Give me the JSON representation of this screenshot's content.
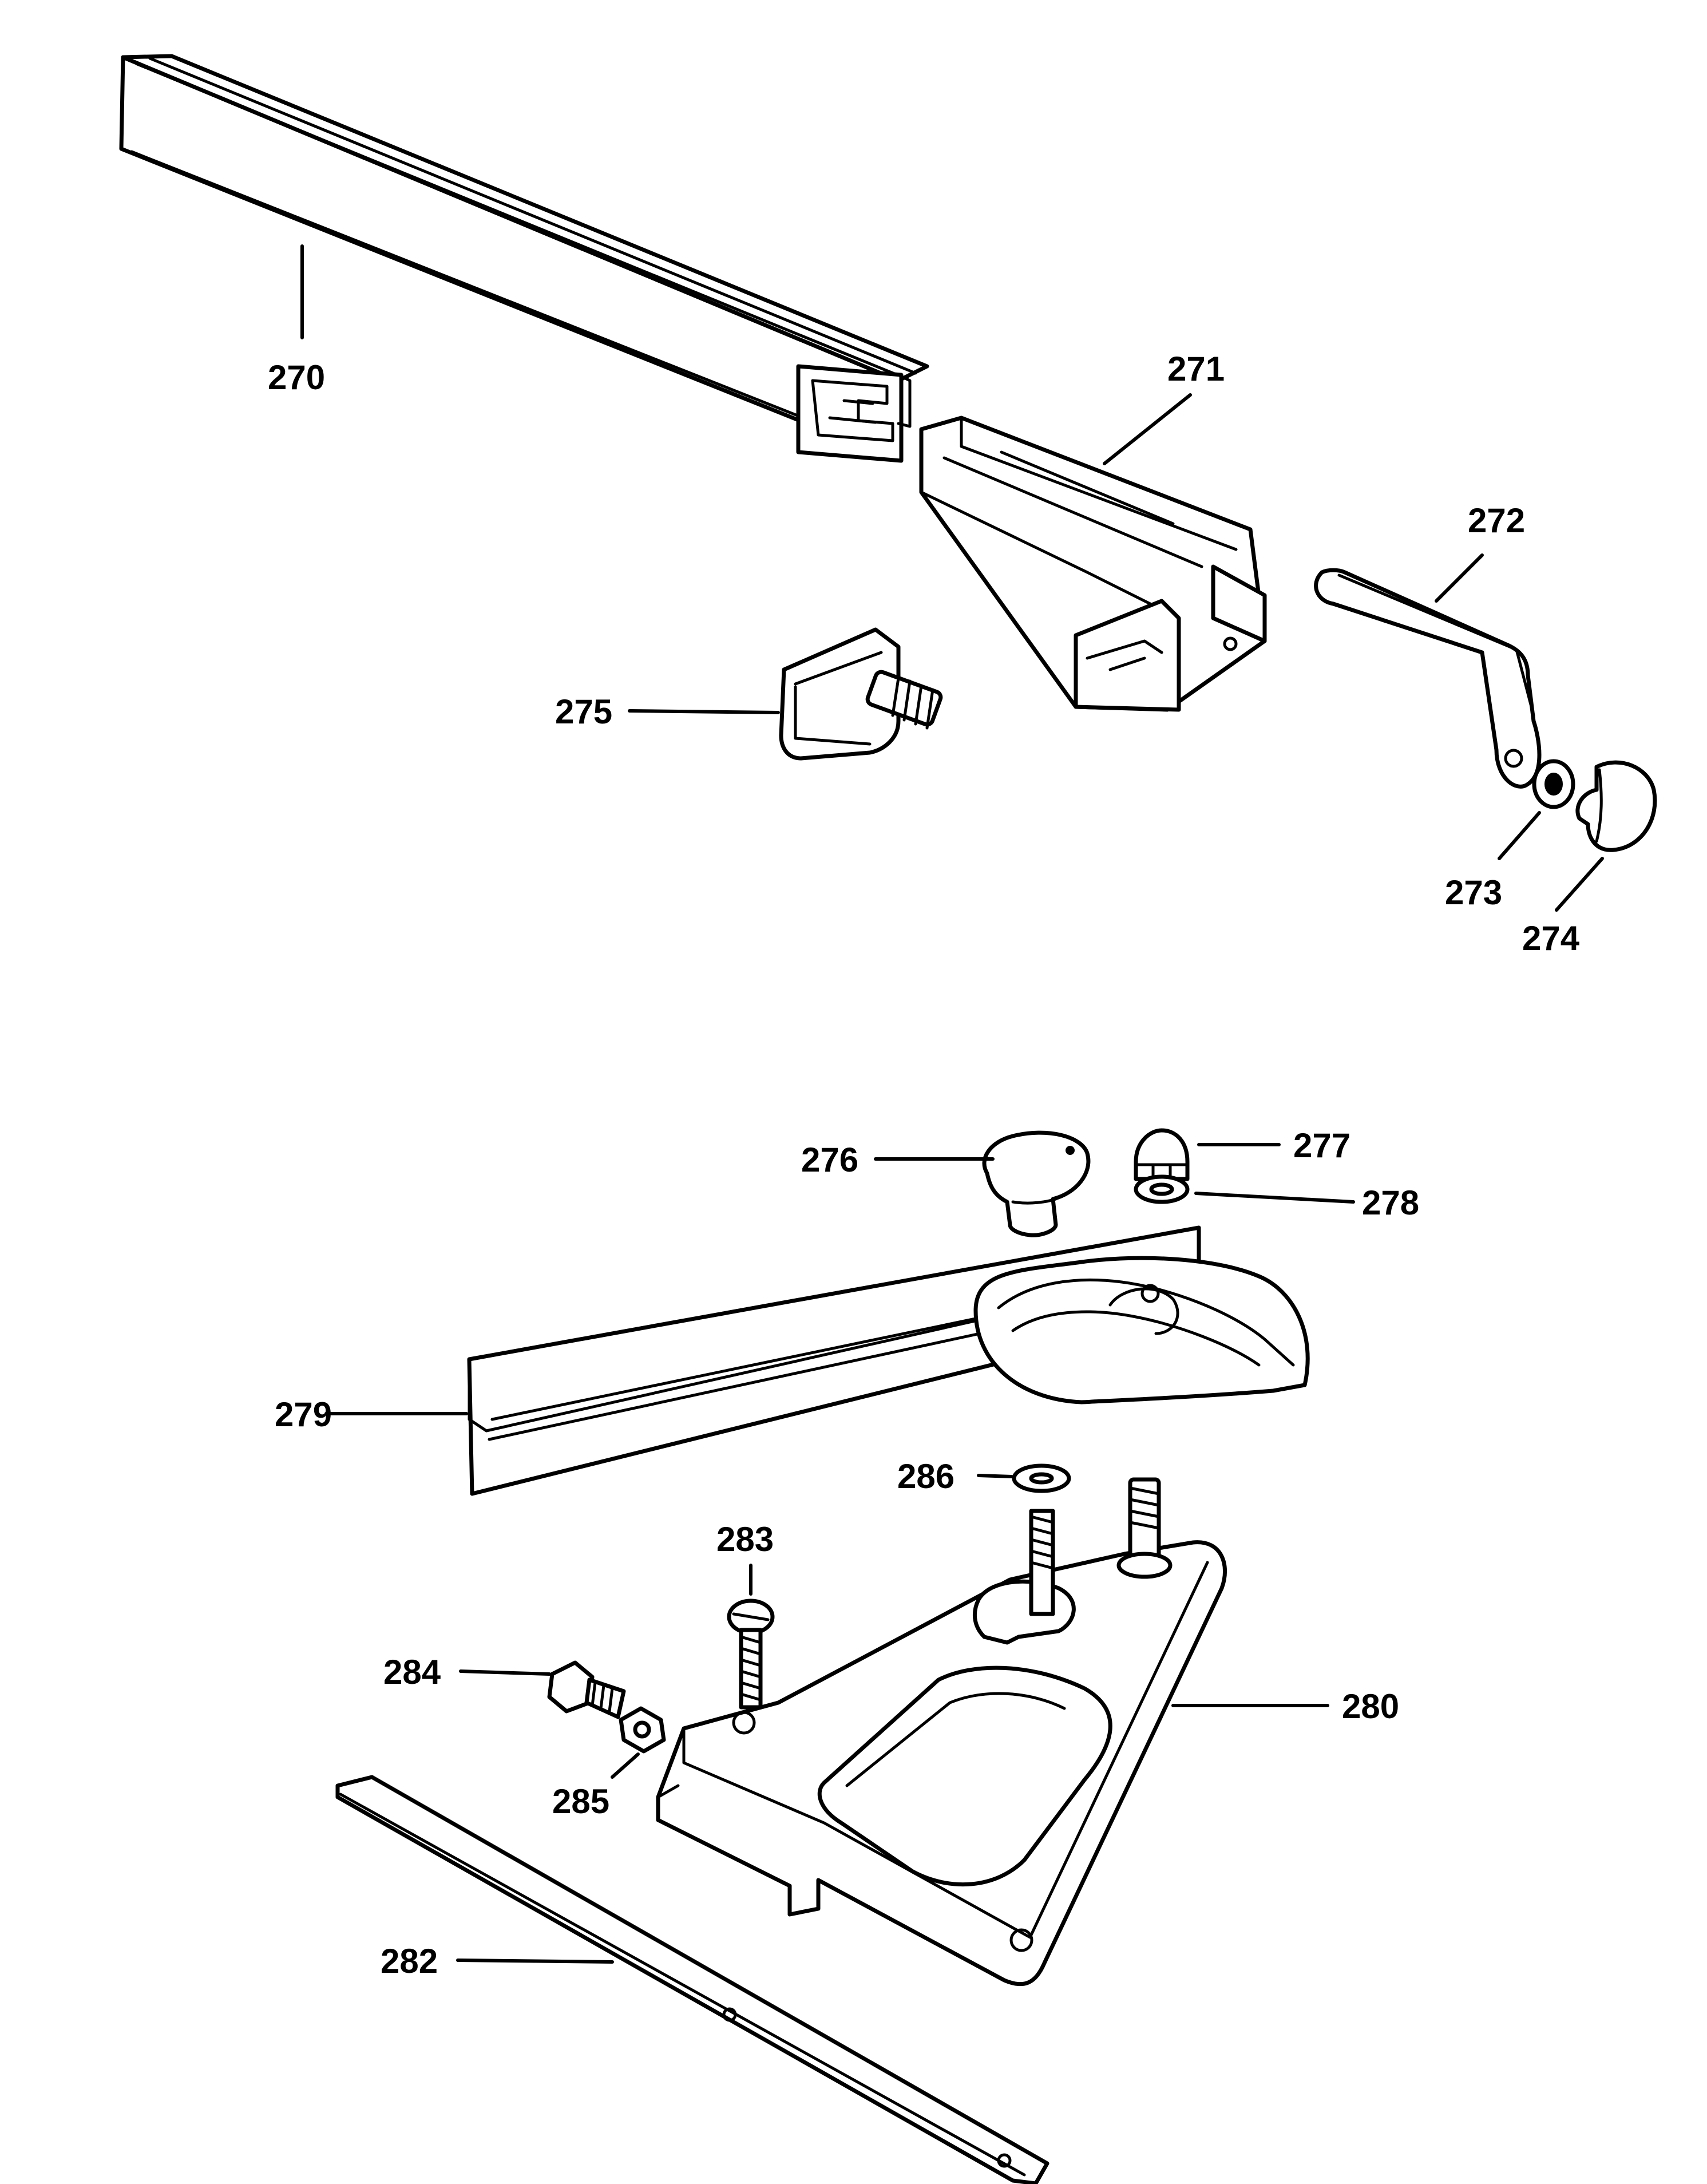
{
  "callouts": {
    "p270": "270",
    "p271": "271",
    "p272": "272",
    "p273": "273",
    "p274": "274",
    "p275": "275",
    "p276": "276",
    "p277": "277",
    "p278": "278",
    "p279": "279",
    "p280": "280",
    "p282": "282",
    "p283": "283",
    "p284": "284",
    "p285": "285",
    "p286": "286"
  },
  "colors": {
    "line": "#000000",
    "background": "#ffffff"
  }
}
